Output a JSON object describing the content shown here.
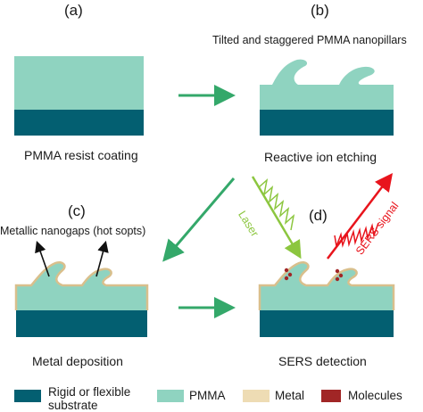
{
  "panels": {
    "a": {
      "letter": "(a)",
      "caption": "PMMA resist coating"
    },
    "b": {
      "letter": "(b)",
      "title": "Tilted and staggered PMMA nanopillars",
      "caption": "Reactive ion etching"
    },
    "c": {
      "letter": "(c)",
      "annotation": "Metallic nanogaps (hot sopts)",
      "caption": "Metal deposition"
    },
    "d": {
      "letter": "(d)",
      "laser_label": "Laser",
      "signal_label": "SERS signal",
      "caption": "SERS detection"
    }
  },
  "legend": [
    {
      "label": "Rigid or flexible substrate",
      "line1": "Rigid or flexible",
      "line2": "substrate",
      "color": "#035f71"
    },
    {
      "label": "PMMA",
      "color": "#8fd3c0"
    },
    {
      "label": "Metal",
      "color": "#eedcb4"
    },
    {
      "label": "Molecules",
      "color": "#a12626"
    }
  ],
  "colors": {
    "substrate": "#035f71",
    "pmma": "#8fd3c0",
    "metal": "#eedcb4",
    "metal_outline": "#d9bf8c",
    "arrow": "#34a86a",
    "laser": "#8cc63f",
    "signal": "#e8141c",
    "molecule": "#a12626"
  }
}
